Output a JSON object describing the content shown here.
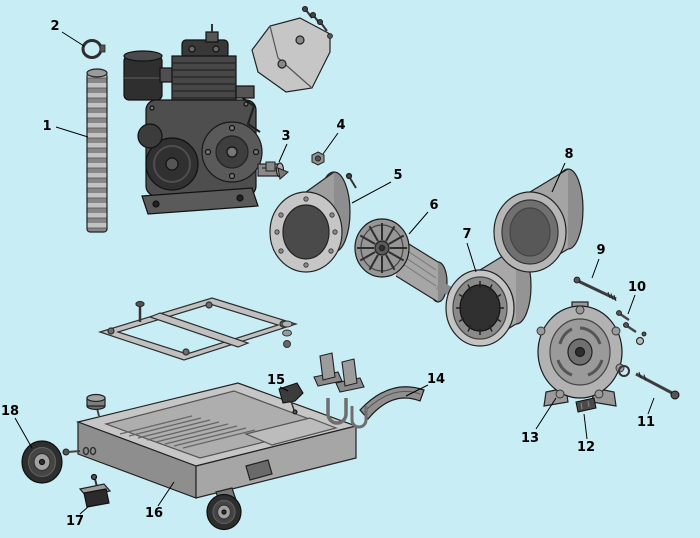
{
  "colors": {
    "background": "#c9edf4",
    "leader_line": "#000000",
    "part_outline": "#1a1a1a",
    "callout_text": "#000000"
  },
  "diagram": {
    "type": "exploded-parts-diagram",
    "subject": "portable-generator",
    "callouts": [
      {
        "id": "1",
        "part": "exhaust-flex-pipe"
      },
      {
        "id": "2",
        "part": "pipe-clamp-ring"
      },
      {
        "id": "3",
        "part": "small-fittings"
      },
      {
        "id": "4",
        "part": "hex-fitting"
      },
      {
        "id": "5",
        "part": "adapter-housing"
      },
      {
        "id": "6",
        "part": "rotor-with-fan"
      },
      {
        "id": "7",
        "part": "stator"
      },
      {
        "id": "8",
        "part": "stator-sleeve"
      },
      {
        "id": "9",
        "part": "long-stud-bolt"
      },
      {
        "id": "10",
        "part": "terminal-screws"
      },
      {
        "id": "11",
        "part": "through-bolt"
      },
      {
        "id": "12",
        "part": "brush-holder"
      },
      {
        "id": "13",
        "part": "end-bracket"
      },
      {
        "id": "14",
        "part": "curved-guard"
      },
      {
        "id": "15",
        "part": "mount-bracket"
      },
      {
        "id": "16",
        "part": "base-frame"
      },
      {
        "id": "17",
        "part": "rubber-foot"
      },
      {
        "id": "18",
        "part": "wheel"
      }
    ]
  }
}
